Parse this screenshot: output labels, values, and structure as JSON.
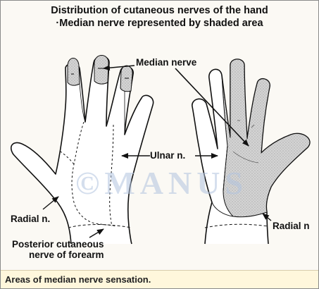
{
  "diagram": {
    "title_line1": "Distribution of cutaneous nerves of the hand",
    "title_line2": "·Median nerve represented by shaded area",
    "labels": {
      "median_nerve": "Median nerve",
      "ulnar": "Ulnar n.",
      "radial_left": "Radial n.",
      "radial_right": "Radial n",
      "posterior_line1": "Posterior cutaneous",
      "posterior_line2": "nerve of forearm"
    },
    "watermark": "©MANUS",
    "shade_color": "#c9c9c9"
  },
  "caption": "Areas of median nerve sensation."
}
